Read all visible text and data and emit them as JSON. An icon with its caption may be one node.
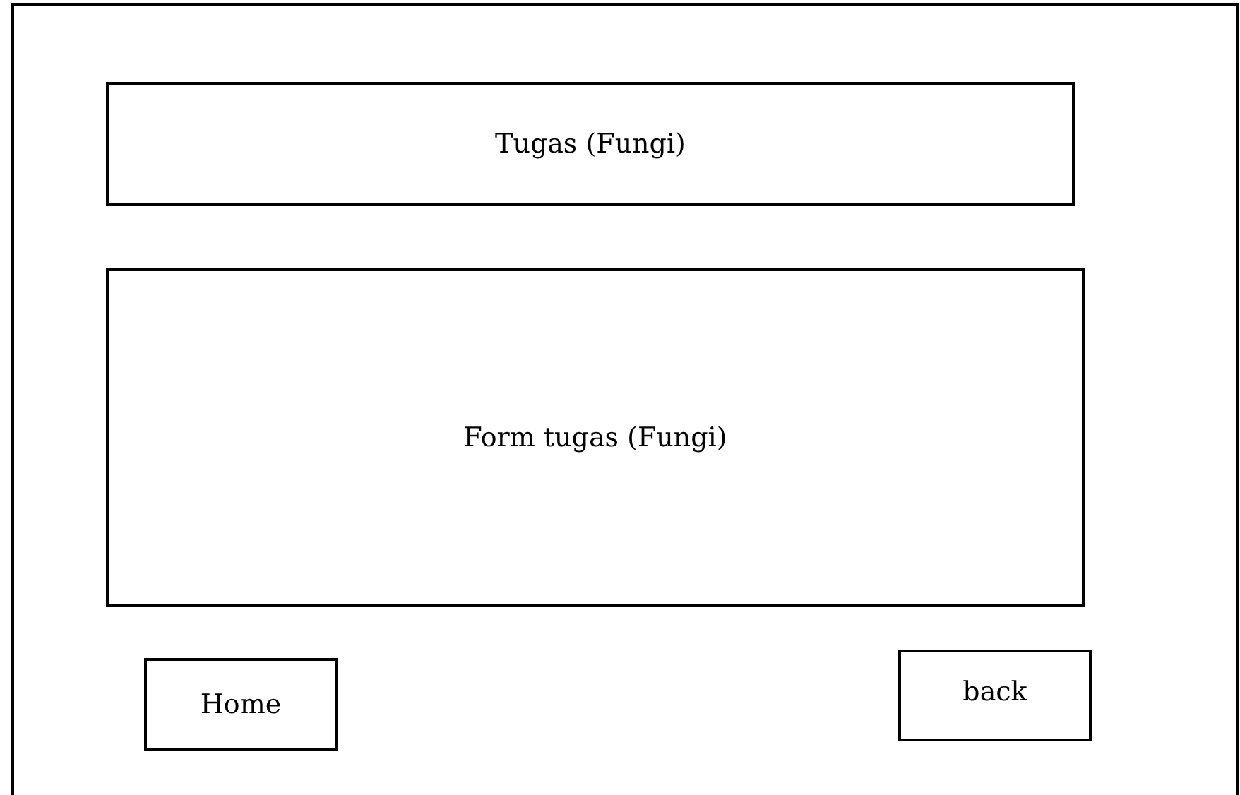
{
  "diagram": {
    "nodes": [
      {
        "text": [],
        "shape": "box"
      },
      {
        "text": [
          "Tugas (Fungi)"
        ],
        "in": 0
      },
      {
        "text": [
          "Form tugas (Fungi)"
        ],
        "in": 0
      },
      {
        "text": [
          "Home"
        ],
        "in": 0
      },
      {
        "text": [
          "back"
        ],
        "in": 0
      }
    ]
  }
}
